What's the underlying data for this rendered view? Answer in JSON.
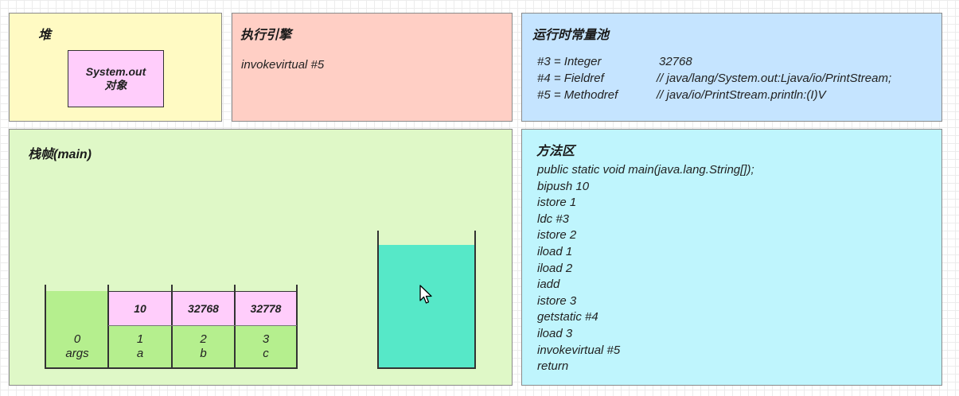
{
  "heap": {
    "title": "堆",
    "object_line1": "System.out",
    "object_line2": "对象"
  },
  "engine": {
    "title": "执行引擎",
    "instruction": "invokevirtual #5"
  },
  "constant_pool": {
    "title": "运行时常量池",
    "entries": [
      {
        "ref": "#3 = Integer",
        "value": "32768"
      },
      {
        "ref": "#4 = Fieldref",
        "value": "// java/lang/System.out:Ljava/io/PrintStream;"
      },
      {
        "ref": "#5 = Methodref",
        "value": "// java/io/PrintStream.println:(I)V"
      }
    ]
  },
  "stack_frame": {
    "title": "栈帧(main)",
    "locals": [
      {
        "value": "",
        "index": "0",
        "name": "args"
      },
      {
        "value": "10",
        "index": "1",
        "name": "a"
      },
      {
        "value": "32768",
        "index": "2",
        "name": "b"
      },
      {
        "value": "32778",
        "index": "3",
        "name": "c"
      }
    ]
  },
  "method_area": {
    "title": "方法区",
    "lines": [
      "public static void main(java.lang.String[]);",
      "bipush 10",
      "istore 1",
      "ldc #3",
      "istore 2",
      "iload 1",
      "iload 2",
      "iadd",
      "istore 3",
      "getstatic #4",
      "iload 3",
      "invokevirtual #5",
      "return"
    ]
  },
  "colors": {
    "heap": "#fffac3",
    "engine": "#ffcfc5",
    "pool": "#c5e4ff",
    "frame": "#dff8c7",
    "method": "#bff5fd",
    "object": "#ffcdfb",
    "args_slot": "#b5ef8e",
    "local_value": "#ffcdfb",
    "local_index": "#b5ef8e",
    "operand_stack": "#56e8c8"
  }
}
